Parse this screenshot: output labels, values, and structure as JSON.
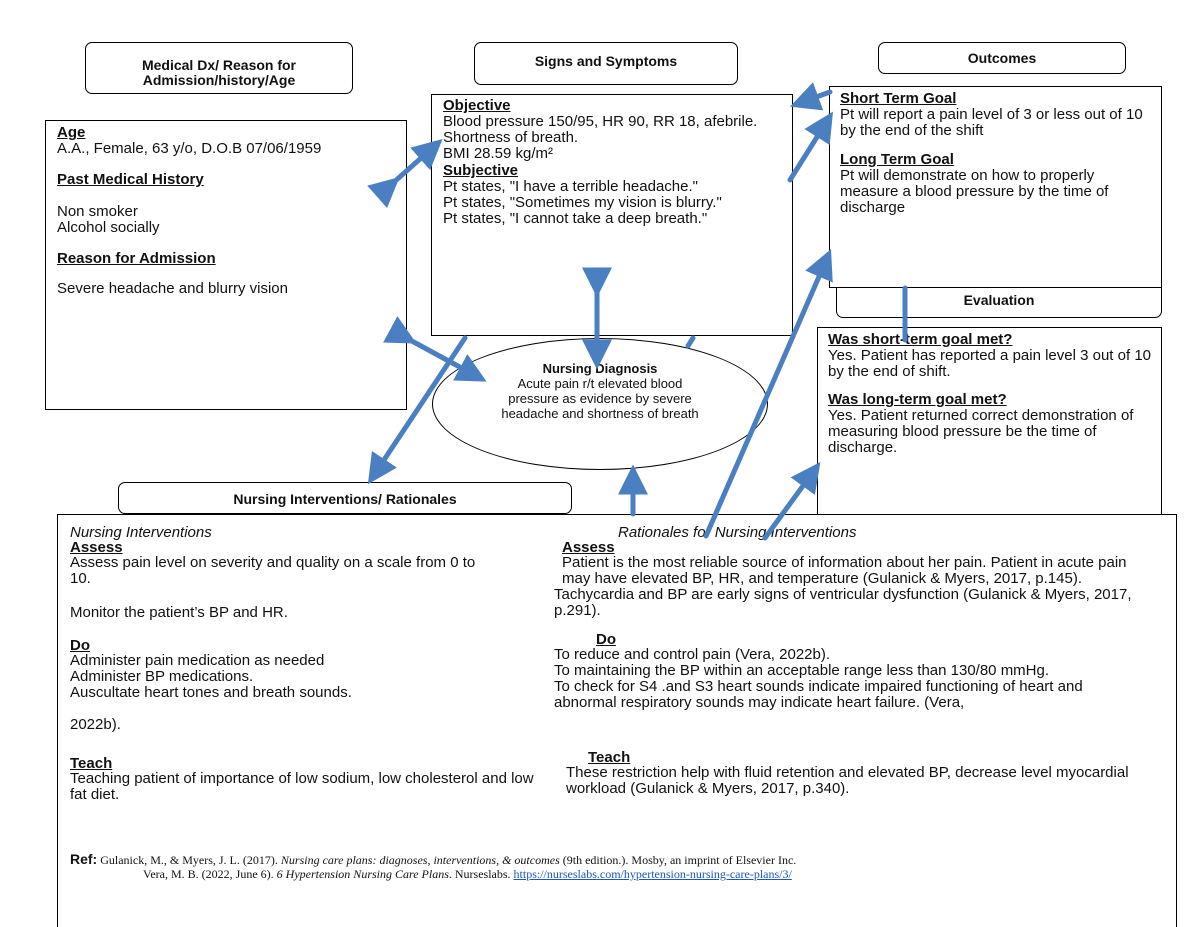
{
  "headers": {
    "medical_dx": "Medical Dx/ Reason for Admission/history/Age",
    "signs_symptoms": "Signs and Symptoms",
    "outcomes": "Outcomes",
    "evaluation": "Evaluation",
    "interventions": "Nursing Interventions/ Rationales"
  },
  "history": {
    "age_heading": "Age",
    "age_text": "A.A., Female, 63 y/o, D.O.B  07/06/1959",
    "pmh_heading": "Past Medical History",
    "pmh_lines": [
      "Non smoker",
      "Alcohol socially"
    ],
    "reason_heading": "Reason for Admission",
    "reason_text": "Severe headache and blurry vision"
  },
  "signs": {
    "objective_heading": "Objective",
    "objective_lines": [
      "Blood pressure 150/95, HR 90, RR 18, afebrile.",
      "Shortness of breath.",
      "BMI 28.59 kg/m²"
    ],
    "subjective_heading": "Subjective",
    "subjective_lines": [
      "Pt states, \"I have a terrible headache.\"",
      "Pt states, \"Sometimes my vision is blurry.\"",
      "Pt states, \"I cannot take a deep breath.\""
    ]
  },
  "outcomes": {
    "short_heading": "Short Term Goal",
    "short_text": "Pt will report a pain level of 3 or less out of 10 by the end of the shift",
    "long_heading": "Long Term Goal",
    "long_text": "Pt will demonstrate on how to properly measure a blood pressure by the time of discharge"
  },
  "diagnosis": {
    "heading": "Nursing Diagnosis",
    "text": "Acute pain r/t elevated blood pressure as evidence by severe headache and shortness of breath"
  },
  "evaluation": {
    "short_q": "Was short-term goal met?",
    "short_a": "Yes. Patient has reported a pain level 3 out of 10 by the end of shift.",
    "long_q": "Was long-term goal met?",
    "long_a": "Yes. Patient returned correct demonstration of measuring blood pressure be the time of discharge."
  },
  "interventions": {
    "col_left_title": "Nursing Interventions",
    "col_right_title": "Rationales for Nursing Interventions",
    "assess": "Assess",
    "do": "Do",
    "teach": "Teach",
    "left_assess_1": "Assess pain level on severity and quality on a scale from 0 to 10.",
    "left_assess_2": "Monitor the patient’s BP and HR.",
    "left_do_1": "Administer pain medication as needed",
    "left_do_2": "Administer BP medications.",
    "left_do_3": "Auscultate heart tones and breath sounds.",
    "left_do_4": "2022b).",
    "left_teach": "Teaching patient of importance of low sodium, low cholesterol and low fat diet.",
    "right_assess_1": "Patient is the most reliable source of information about her pain.  Patient in acute pain may have elevated BP, HR, and temperature (Gulanick & Myers, 2017, p.145).",
    "right_assess_2": "Tachycardia and BP are early signs of ventricular dysfunction (Gulanick & Myers, 2017, p.291).",
    "right_do_1": "To reduce and control pain (Vera, 2022b).",
    "right_do_2": "To maintaining the BP within an acceptable range less than 130/80 mmHg.",
    "right_do_3": "To check for S4 .and S3 heart sounds indicate impaired functioning of heart and abnormal respiratory sounds may indicate heart failure. (Vera,",
    "right_teach": "These restriction help with fluid retention and elevated BP, decrease level myocardial workload (Gulanick & Myers, 2017, p.340)."
  },
  "references": {
    "label": "Ref:",
    "ref1_a": "Gulanick, M., & Myers, J. L. (2017).",
    "ref1_title": "Nursing care plans: diagnoses, interventions, & outcomes",
    "ref1_b": "(9th edition.). Mosby, an imprint of Elsevier Inc.",
    "ref2_a": "Vera, M. B. (2022, June 6).",
    "ref2_title": "6 Hypertension Nursing Care Plans",
    "ref2_b": ". Nurseslabs.",
    "ref2_link": "https://nurseslabs.com/hypertension-nursing-care-plans/3/"
  },
  "colors": {
    "arrow": "#4a7fc1",
    "link": "#1a56c4",
    "border": "#000000"
  }
}
